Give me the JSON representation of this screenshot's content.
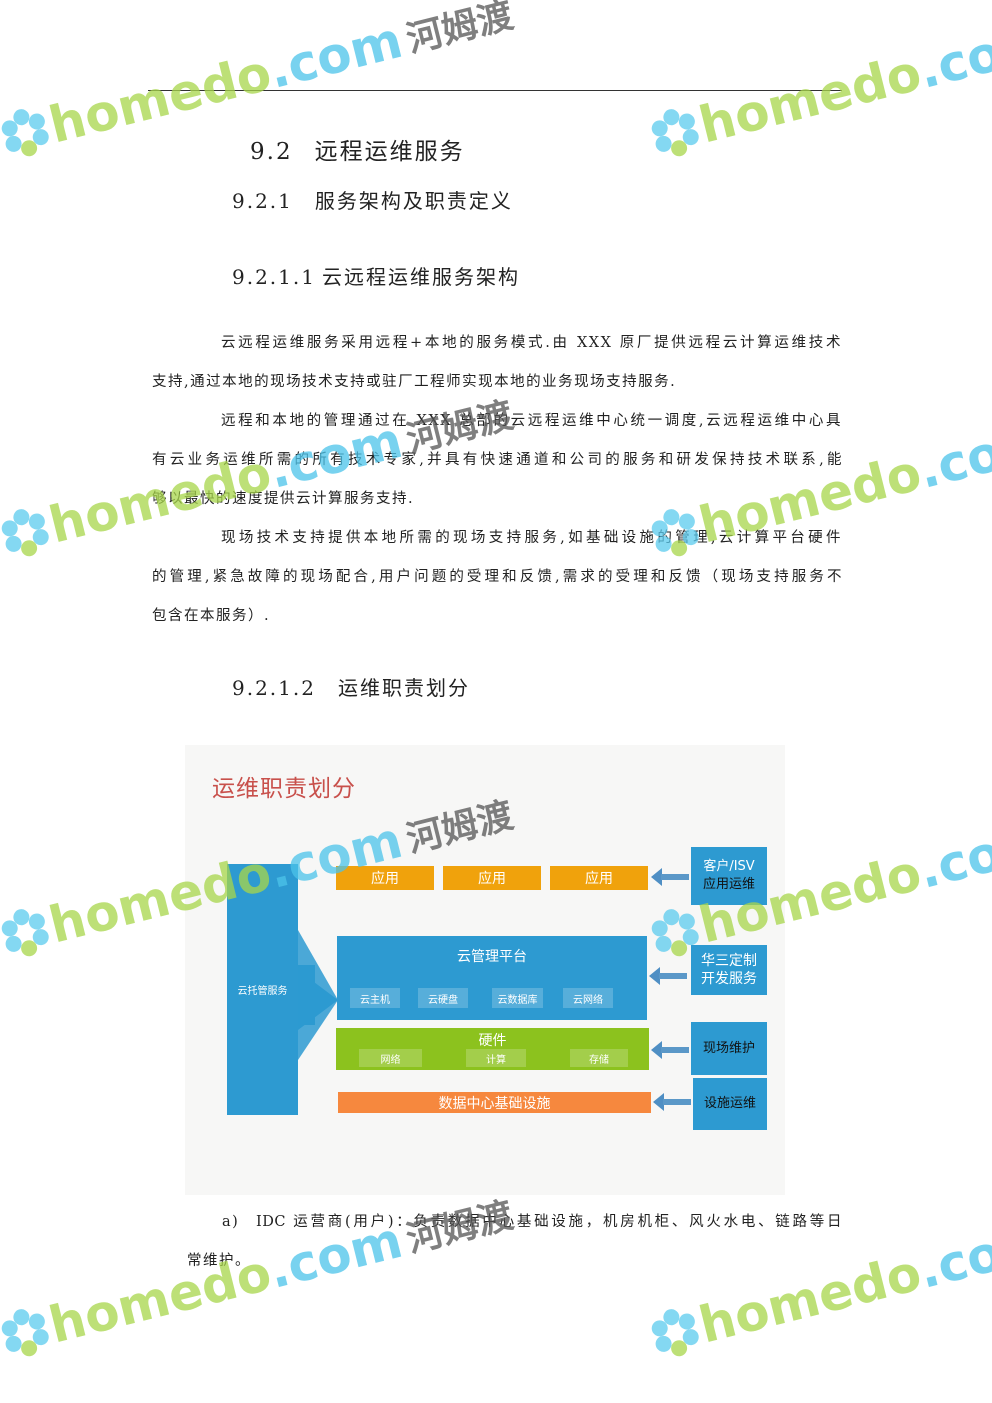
{
  "headings": {
    "h_9_2": {
      "num": "9.2",
      "title": "远程运维服务"
    },
    "h_9_2_1": {
      "num": "9.2.1",
      "title": "服务架构及职责定义"
    },
    "h_9_2_1_1": {
      "num": "9.2.1.1",
      "title": "云远程运维服务架构"
    },
    "h_9_2_1_2": {
      "num": "9.2.1.2",
      "title": "运维职责划分"
    }
  },
  "paragraphs": [
    [
      "云远程运维服务采用远程+本地的服务模式.由 XXX 原厂提供远程云计算运维技术",
      "支持,通过本地的现场技术支持或驻厂工程师实现本地的业务现场支持服务."
    ],
    [
      "远程和本地的管理通过在 XXX 总部的云远程运维中心统一调度,云远程运维中心具",
      "有云业务运维所需的所有技术专家,并具有快速通道和公司的服务和研发保持技术联系,能",
      "够以最快的速度提供云计算服务支持."
    ],
    [
      "现场技术支持提供本地所需的现场支持服务,如基础设施的管理,云计算平台硬件",
      "的管理,紧急故障的现场配合,用户问题的受理和反馈,需求的受理和反馈（现场支持服务不",
      "包含在本服务）."
    ]
  ],
  "diagram": {
    "title": "运维职责划分",
    "left_bar": "云托管服务",
    "apps": [
      "应用",
      "应用",
      "应用"
    ],
    "cloud_platform": {
      "label": "云管理平台",
      "items": [
        "云主机",
        "云硬盘",
        "云数据库",
        "云网络"
      ]
    },
    "hardware": {
      "label": "硬件",
      "items": [
        "网络",
        "计算",
        "存储"
      ]
    },
    "datacenter": "数据中心基础设施",
    "right": [
      {
        "line1": "客户/ISV",
        "line2": "应用运维"
      },
      {
        "line1": "华三定制",
        "line2": "开发服务"
      },
      {
        "line1": "现场维护"
      },
      {
        "line1": "设施运维"
      }
    ],
    "colors": {
      "app": "#f0a20c",
      "blue": "#2d9ad1",
      "green": "#8cc21e",
      "orange": "#f6883e",
      "title": "#c8504b"
    }
  },
  "caption": {
    "marker": "a)",
    "line1": "IDC 运营商(用户)：负责数据中心基础设施，机房机柜、风火水电、链路等日",
    "line2": "常维护。"
  },
  "watermark": {
    "en": "homedo",
    "com": ".com",
    "cn": "河姆渡"
  }
}
